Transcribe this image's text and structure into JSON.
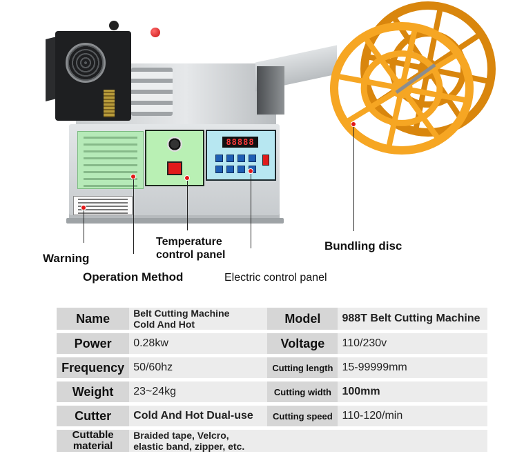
{
  "machine": {
    "display_reading": "88888",
    "colors": {
      "disc": "#f6a623",
      "disc_dark": "#d9860d",
      "operation_panel": "#b6eab8",
      "temperature_panel": "#b9f0b4",
      "electric_panel": "#b7e7f1",
      "pointer_dot": "#e31818",
      "knob": "#c81414"
    }
  },
  "callouts": {
    "warning": "Warning",
    "operation_method": "Operation Method",
    "temperature_line1": "Temperature",
    "temperature_line2": "control panel",
    "electric_control_panel": "Electric control panel",
    "bundling_disc": "Bundling disc"
  },
  "specs": {
    "rows": [
      {
        "label1": "Name",
        "value1_line1": "Belt Cutting Machine",
        "value1_line2": "Cold And Hot",
        "label2": "Model",
        "value2": "988T Belt Cutting Machine"
      },
      {
        "label1": "Power",
        "value1": "0.28kw",
        "label2": "Voltage",
        "value2": "110/230v"
      },
      {
        "label1": "Frequency",
        "value1": "50/60hz",
        "label2": "Cutting length",
        "value2": "15-99999mm"
      },
      {
        "label1": "Weight",
        "value1": "23~24kg",
        "label2": "Cutting width",
        "value2": "100mm"
      },
      {
        "label1": "Cutter",
        "value1": "Cold And Hot Dual-use",
        "label2": "Cutting speed",
        "value2": "110-120/min"
      },
      {
        "label1_line1": "Cuttable",
        "label1_line2": "material",
        "value1_line1": "Braided tape, Velcro,",
        "value1_line2": "elastic band, zipper, etc."
      }
    ]
  }
}
